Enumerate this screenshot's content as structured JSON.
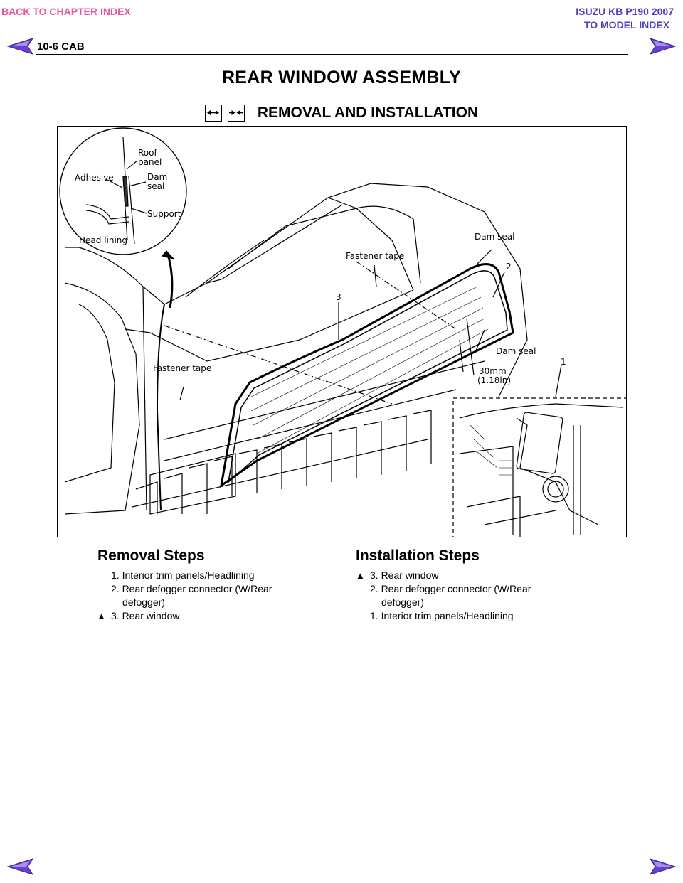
{
  "header": {
    "back_to_chapter": "BACK TO CHAPTER INDEX",
    "model_line1": "ISUZU KB P190 2007",
    "model_line2": "TO MODEL INDEX",
    "section_id": "10-6  CAB"
  },
  "title": "REAR WINDOW ASSEMBLY",
  "subtitle": "REMOVAL AND INSTALLATION",
  "figure": {
    "callouts": {
      "roof_panel_1": "Roof",
      "roof_panel_2": "panel",
      "adhesive": "Adhesive",
      "dam_seal_inset_1": "Dam",
      "dam_seal_inset_2": "seal",
      "support": "Support",
      "head_lining": "Head lining",
      "dam_seal_top": "Dam seal",
      "fastener_tape_top": "Fastener tape",
      "num_2": "2",
      "num_3": "3",
      "dam_seal_bottom": "Dam seal",
      "fastener_tape_left": "Fastener tape",
      "dimension_mm": "30mm",
      "dimension_in": "(1.18in)",
      "num_1": "1"
    }
  },
  "removal": {
    "title": "Removal Steps",
    "steps": [
      {
        "marker": "",
        "text": "1. Interior trim panels/Headlining"
      },
      {
        "marker": "",
        "text": "2. Rear defogger connector (W/Rear"
      },
      {
        "marker": "",
        "text": "defogger)"
      },
      {
        "marker": "▲",
        "text": "3. Rear window"
      }
    ]
  },
  "installation": {
    "title": "Installation Steps",
    "steps": [
      {
        "marker": "▲",
        "text": "3. Rear window"
      },
      {
        "marker": "",
        "text": "2. Rear defogger connector (W/Rear"
      },
      {
        "marker": "",
        "text": "defogger)"
      },
      {
        "marker": "",
        "text": "1. Interior trim panels/Headlining"
      }
    ]
  },
  "colors": {
    "chapter_link": "#e8559a",
    "model_link": "#4a3fc4",
    "nav_arrow": "#6b3fd6"
  }
}
